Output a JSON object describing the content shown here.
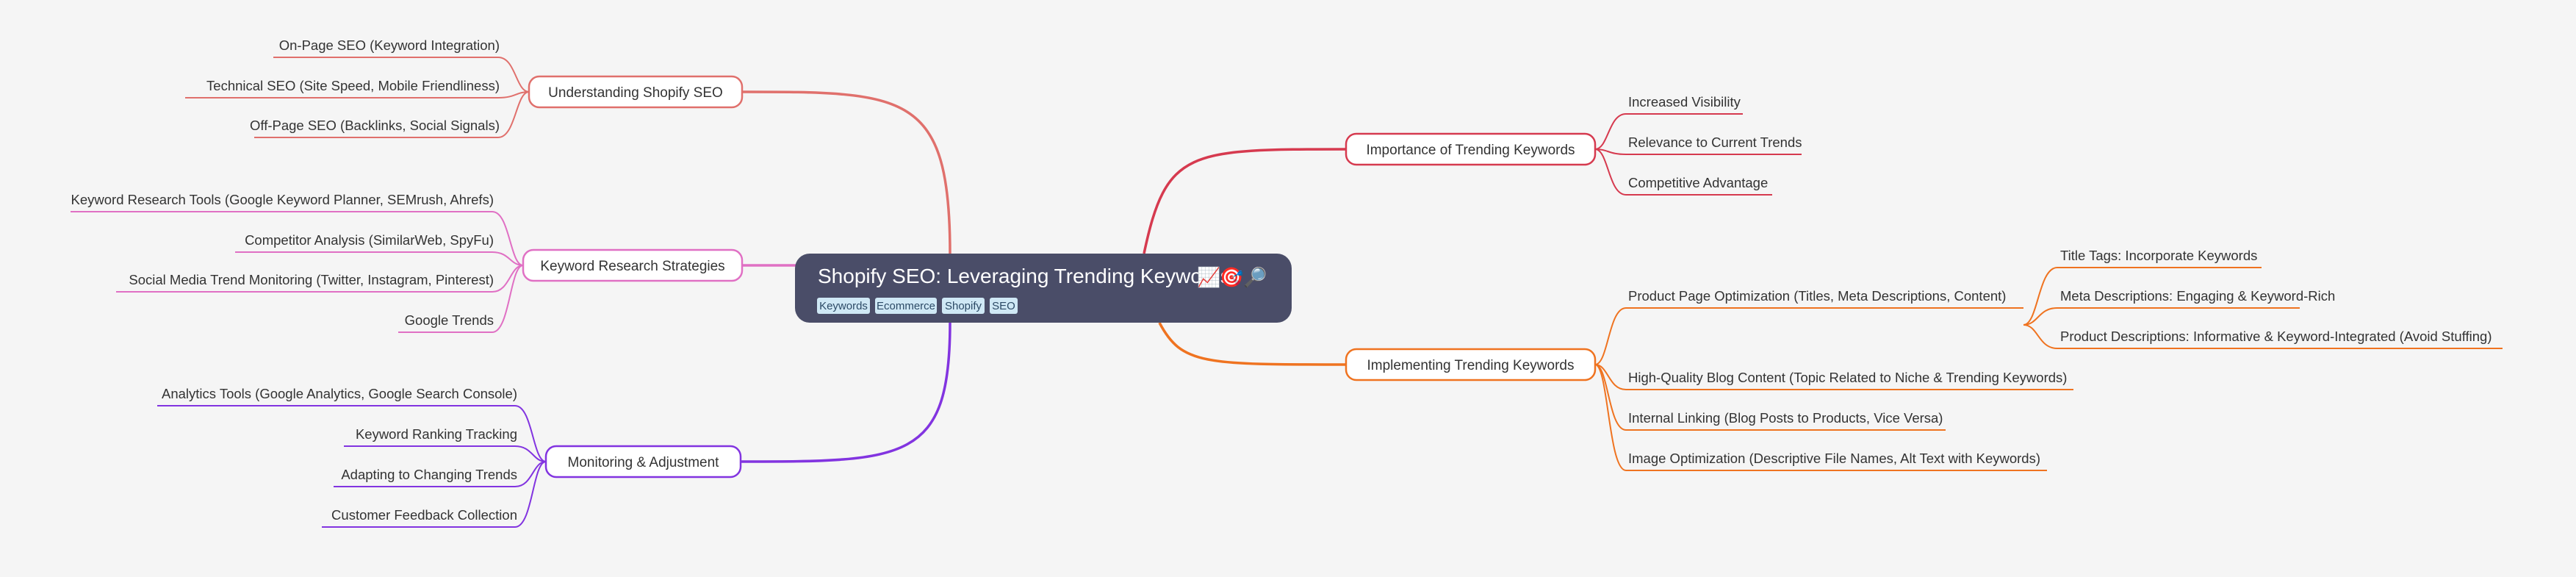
{
  "root": {
    "title": "Shopify SEO: Leveraging Trending Keywords",
    "emoji": [
      "📈",
      "🎯",
      "🔎"
    ],
    "tags": [
      "Keywords",
      "Ecommerce",
      "Shopify",
      "SEO"
    ],
    "bg_color": "#4a4d68",
    "tag_bg": "#cfe8f5"
  },
  "branches": [
    {
      "label": "Understanding Shopify SEO",
      "color": "#e0706c",
      "children": [
        {
          "label": "On-Page SEO (Keyword Integration)"
        },
        {
          "label": "Technical SEO (Site Speed, Mobile Friendliness)"
        },
        {
          "label": "Off-Page SEO (Backlinks, Social Signals)"
        }
      ]
    },
    {
      "label": "Keyword Research Strategies",
      "color": "#e070c4",
      "children": [
        {
          "label": "Keyword Research Tools (Google Keyword Planner, SEMrush, Ahrefs)"
        },
        {
          "label": "Competitor Analysis (SimilarWeb, SpyFu)"
        },
        {
          "label": "Social Media Trend Monitoring (Twitter, Instagram, Pinterest)"
        },
        {
          "label": "Google Trends"
        }
      ]
    },
    {
      "label": "Monitoring & Adjustment",
      "color": "#8234e0",
      "children": [
        {
          "label": "Analytics Tools (Google Analytics, Google Search Console)"
        },
        {
          "label": "Keyword Ranking Tracking"
        },
        {
          "label": "Adapting to Changing Trends"
        },
        {
          "label": "Customer Feedback Collection"
        }
      ]
    },
    {
      "label": "Importance of Trending Keywords",
      "color": "#d63a4f",
      "children": [
        {
          "label": "Increased Visibility"
        },
        {
          "label": "Relevance to Current Trends"
        },
        {
          "label": "Competitive Advantage"
        }
      ]
    },
    {
      "label": "Implementing Trending Keywords",
      "color": "#ef7320",
      "children": [
        {
          "label": "Product Page Optimization (Titles, Meta Descriptions, Content)",
          "children": [
            {
              "label": "Title Tags: Incorporate Keywords"
            },
            {
              "label": "Meta Descriptions: Engaging & Keyword-Rich"
            },
            {
              "label": "Product Descriptions: Informative & Keyword-Integrated (Avoid Stuffing)"
            }
          ]
        },
        {
          "label": "High-Quality Blog Content (Topic Related to Niche & Trending Keywords)"
        },
        {
          "label": "Internal Linking (Blog Posts to Products, Vice Versa)"
        },
        {
          "label": "Image Optimization (Descriptive File Names, Alt Text with Keywords)"
        }
      ]
    }
  ]
}
